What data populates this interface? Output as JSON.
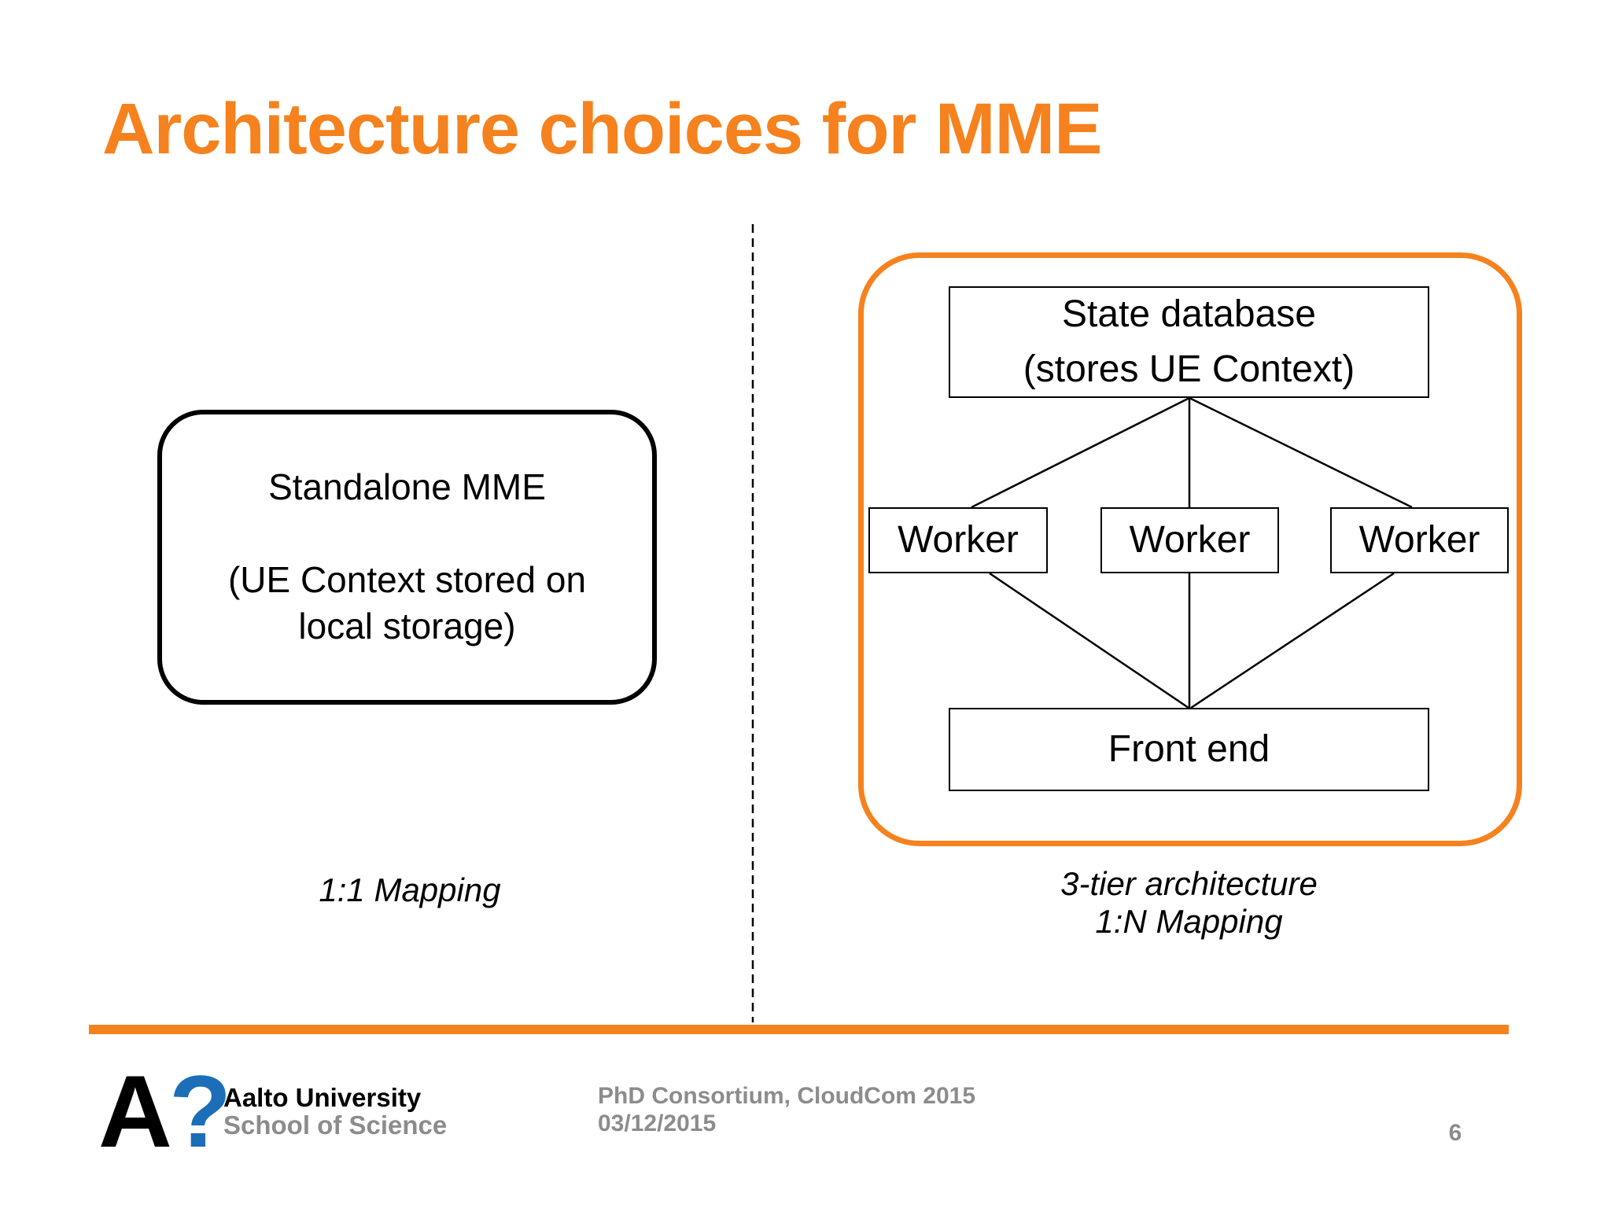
{
  "slide": {
    "title": "Architecture choices for MME",
    "page_number": "6",
    "colors": {
      "accent_orange": "#F5821E",
      "logo_blue": "#1C6EB8",
      "footer_gray": "#8C8C8C",
      "diagram_black": "#000000"
    }
  },
  "left_panel": {
    "box": {
      "line1": "Standalone MME",
      "line2": "(UE Context stored on",
      "line3": "local storage)"
    },
    "caption": "1:1 Mapping"
  },
  "right_panel": {
    "state_db": {
      "line1": "State database",
      "line2": "(stores UE Context)"
    },
    "workers": [
      {
        "label": "Worker"
      },
      {
        "label": "Worker"
      },
      {
        "label": "Worker"
      }
    ],
    "front_end": {
      "label": "Front end"
    },
    "caption_line1": "3-tier architecture",
    "caption_line2": "1:N Mapping"
  },
  "footer": {
    "logo": {
      "letter": "A",
      "question": "?",
      "org_line1": "Aalto University",
      "org_line2": "School of Science"
    },
    "center_line1": "PhD Consortium, CloudCom 2015",
    "center_line2": "03/12/2015"
  }
}
